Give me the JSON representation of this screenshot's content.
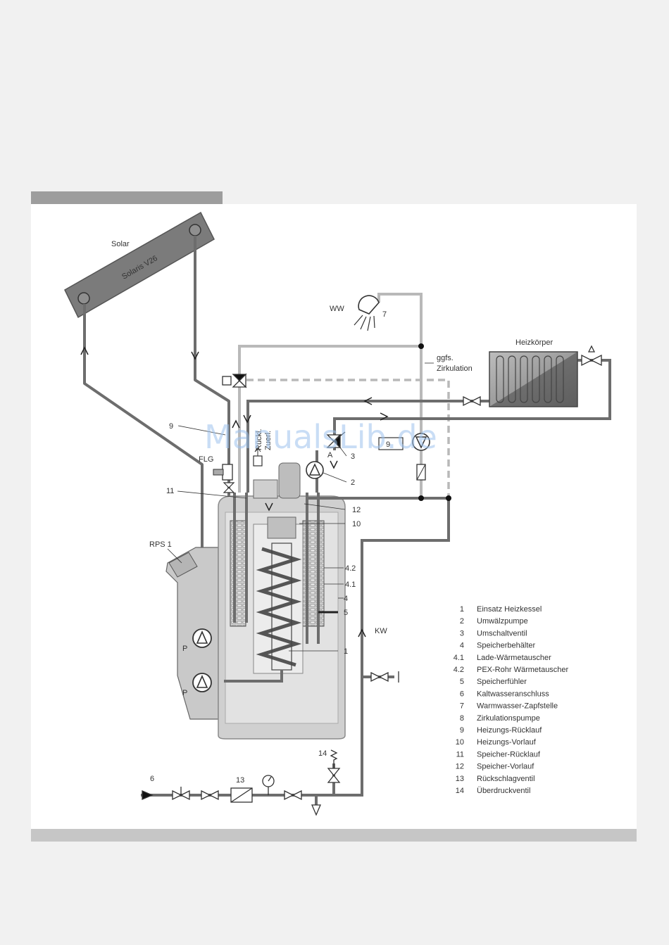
{
  "labels": {
    "solar": "Solar",
    "collector": "Solaris V26",
    "ww": "WW",
    "heizkoerper": "Heizkörper",
    "ggfs": "ggfs.",
    "zirkulation": "Zirkulation",
    "flg": "FLG",
    "rps": "RPS 1",
    "kw": "KW",
    "ruecklauf_tag": "Rückl.",
    "vorlauf_tag": "Zuerl.",
    "pump_p1": "P",
    "pump_p2": "P"
  },
  "callouts": {
    "n1": "1",
    "n2": "2",
    "n3": "3",
    "n4": "4",
    "n41": "4.1",
    "n42": "4.2",
    "n5": "5",
    "n6": "6",
    "n7": "7",
    "n9a": "9",
    "n9b": "9",
    "n10": "10",
    "n11": "11",
    "n12": "12",
    "n13": "13",
    "n14": "14",
    "valveA": "A"
  },
  "legend": [
    {
      "num": "1",
      "text": "Einsatz Heizkessel"
    },
    {
      "num": "2",
      "text": "Umwälzpumpe"
    },
    {
      "num": "3",
      "text": "Umschaltventil"
    },
    {
      "num": "4",
      "text": "Speicherbehälter"
    },
    {
      "num": "4.1",
      "text": "Lade-Wärmetauscher"
    },
    {
      "num": "4.2",
      "text": "PEX-Rohr Wärmetauscher"
    },
    {
      "num": "5",
      "text": "Speicherfühler"
    },
    {
      "num": "6",
      "text": "Kaltwasseranschluss"
    },
    {
      "num": "7",
      "text": "Warmwasser-Zapfstelle"
    },
    {
      "num": "8",
      "text": "Zirkulationspumpe"
    },
    {
      "num": "9",
      "text": "Heizungs-Rücklauf"
    },
    {
      "num": "10",
      "text": "Heizungs-Vorlauf"
    },
    {
      "num": "11",
      "text": "Speicher-Rücklauf"
    },
    {
      "num": "12",
      "text": "Speicher-Vorlauf"
    },
    {
      "num": "13",
      "text": "Rückschlagventil"
    },
    {
      "num": "14",
      "text": "Überdruckventil"
    }
  ],
  "watermark": "ManualsLib.de",
  "colors": {
    "pipe_dark": "#6d6d6d",
    "pipe_light": "#b9b9b9",
    "tank": "#d2d2d2",
    "tank_inner": "#e4e4e4"
  }
}
